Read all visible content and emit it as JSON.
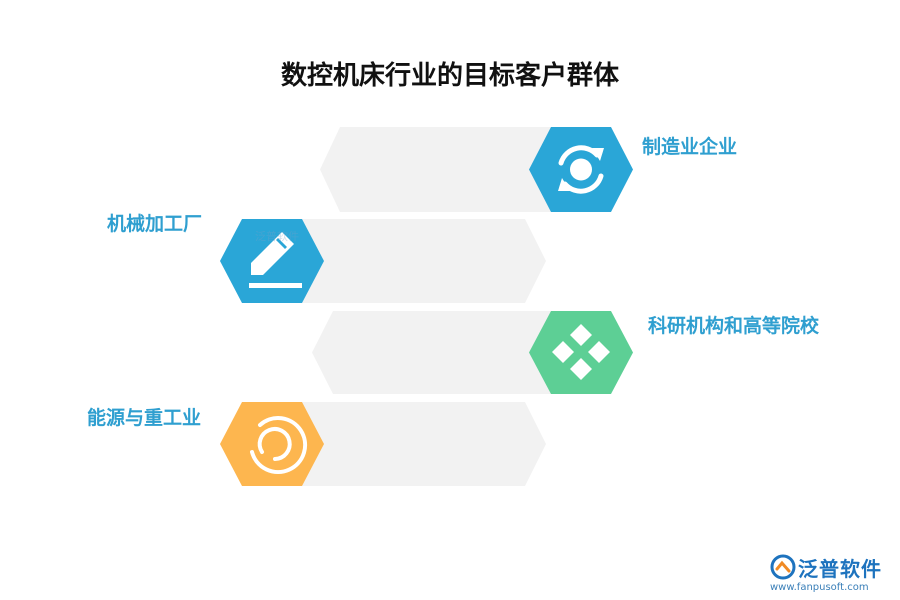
{
  "title": "数控机床行业的目标客户群体",
  "items": [
    {
      "label": "制造业企业",
      "icon": "refresh-arrows-icon",
      "color": "#2aa6d7"
    },
    {
      "label": "机械加工厂",
      "icon": "pencil-edit-icon",
      "color": "#2aa6d7"
    },
    {
      "label": "科研机构和高等院校",
      "icon": "four-diamonds-icon",
      "color": "#5dcf95"
    },
    {
      "label": "能源与重工业",
      "icon": "circle-ring-icon",
      "color": "#fdb64f"
    }
  ],
  "banner_color": "#f2f2f2",
  "logo": {
    "name": "泛普软件",
    "url": "www.fanpusoft.com",
    "color": "#1e73be"
  },
  "watermark": "泛普软件"
}
